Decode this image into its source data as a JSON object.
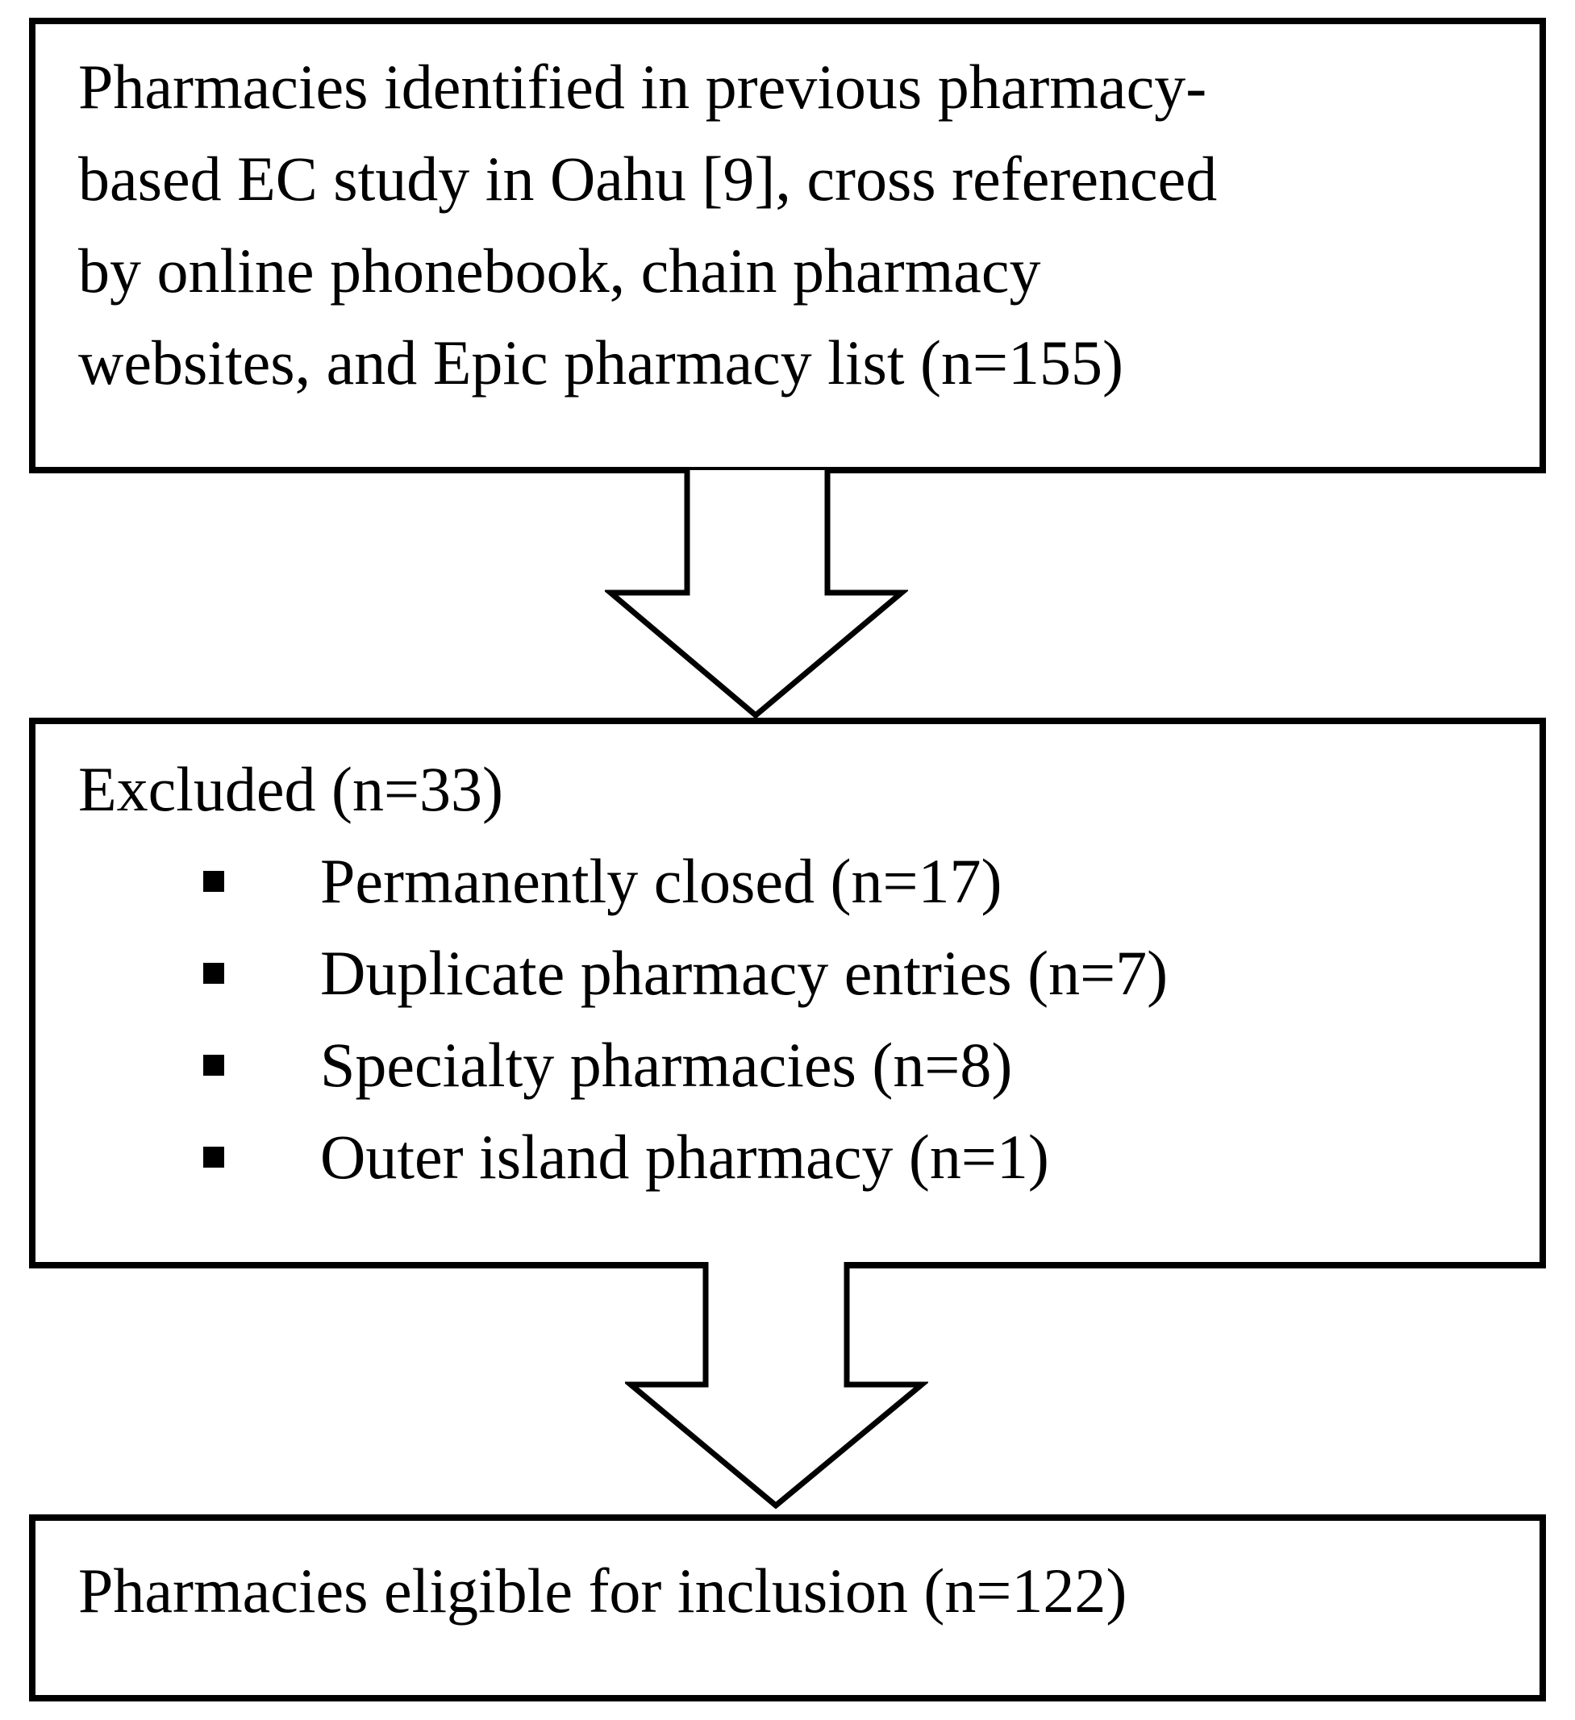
{
  "diagram": {
    "background_color": "#ffffff",
    "line_color": "#000000",
    "box_identified": {
      "lines": [
        "Pharmacies identified in previous pharmacy-",
        "based EC study in Oahu [9], cross referenced",
        "by online phonebook, chain pharmacy",
        "websites, and Epic pharmacy list (n=155)"
      ]
    },
    "box_excluded": {
      "title": "Excluded (n=33)",
      "items": [
        "Permanently closed (n=17)",
        "Duplicate pharmacy entries (n=7)",
        "Specialty pharmacies (n=8)",
        "Outer island pharmacy (n=1)"
      ]
    },
    "box_eligible": {
      "text": "Pharmacies eligible for inclusion (n=122)"
    }
  }
}
